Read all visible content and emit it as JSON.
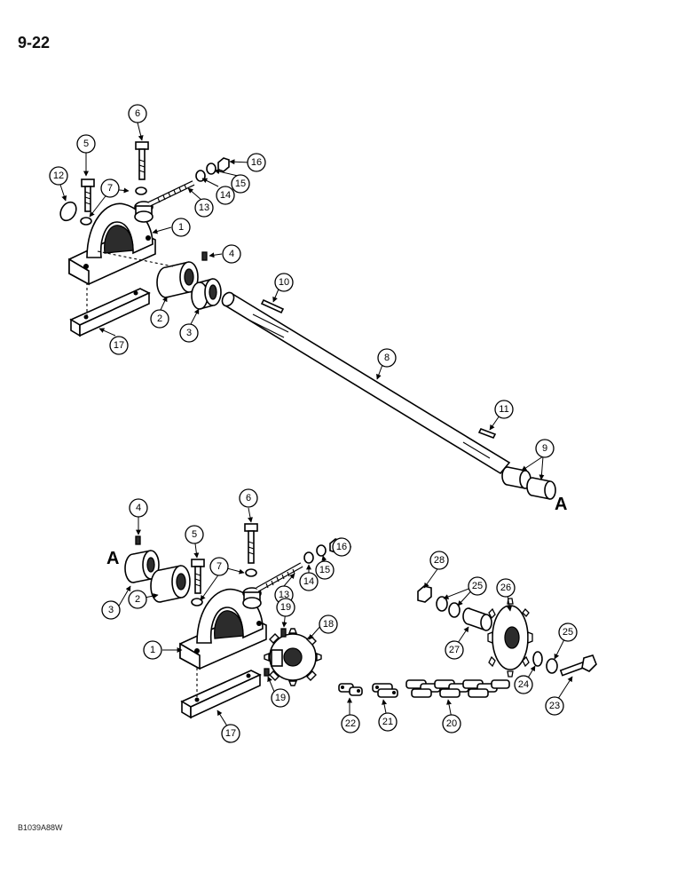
{
  "page": {
    "number": "9-22",
    "figure_code": "B1039A88W"
  },
  "reference_letter": "A",
  "callout_labels": [
    "1",
    "2",
    "3",
    "4",
    "5",
    "6",
    "7",
    "8",
    "9",
    "10",
    "11",
    "12",
    "13",
    "14",
    "15",
    "16",
    "17",
    "18",
    "19",
    "20",
    "21",
    "22",
    "23",
    "24",
    "25",
    "26",
    "27",
    "28"
  ]
}
